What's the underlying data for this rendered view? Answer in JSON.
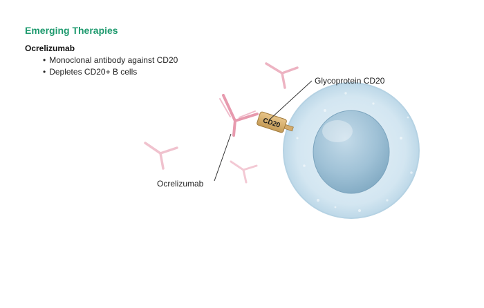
{
  "header": {
    "title": "Emerging Therapies"
  },
  "drug": {
    "name": "Ocrelizumab",
    "bullets": [
      "Monoclonal antibody against CD20",
      "Depletes CD20+ B cells"
    ]
  },
  "diagram": {
    "cd20_badge": "CD20",
    "label_glycoprotein": "Glycoprotein CD20",
    "label_antibody": "Ocrelizumab",
    "colors": {
      "title_green": "#1e9a6e",
      "antibody_pink": "#e79aae",
      "antibody_faded": "#f3c9d4",
      "cell_outer": "#d2e6f1",
      "nucleus": "#8fb6cd",
      "cd20_receptor": "#d4aa6a"
    }
  }
}
